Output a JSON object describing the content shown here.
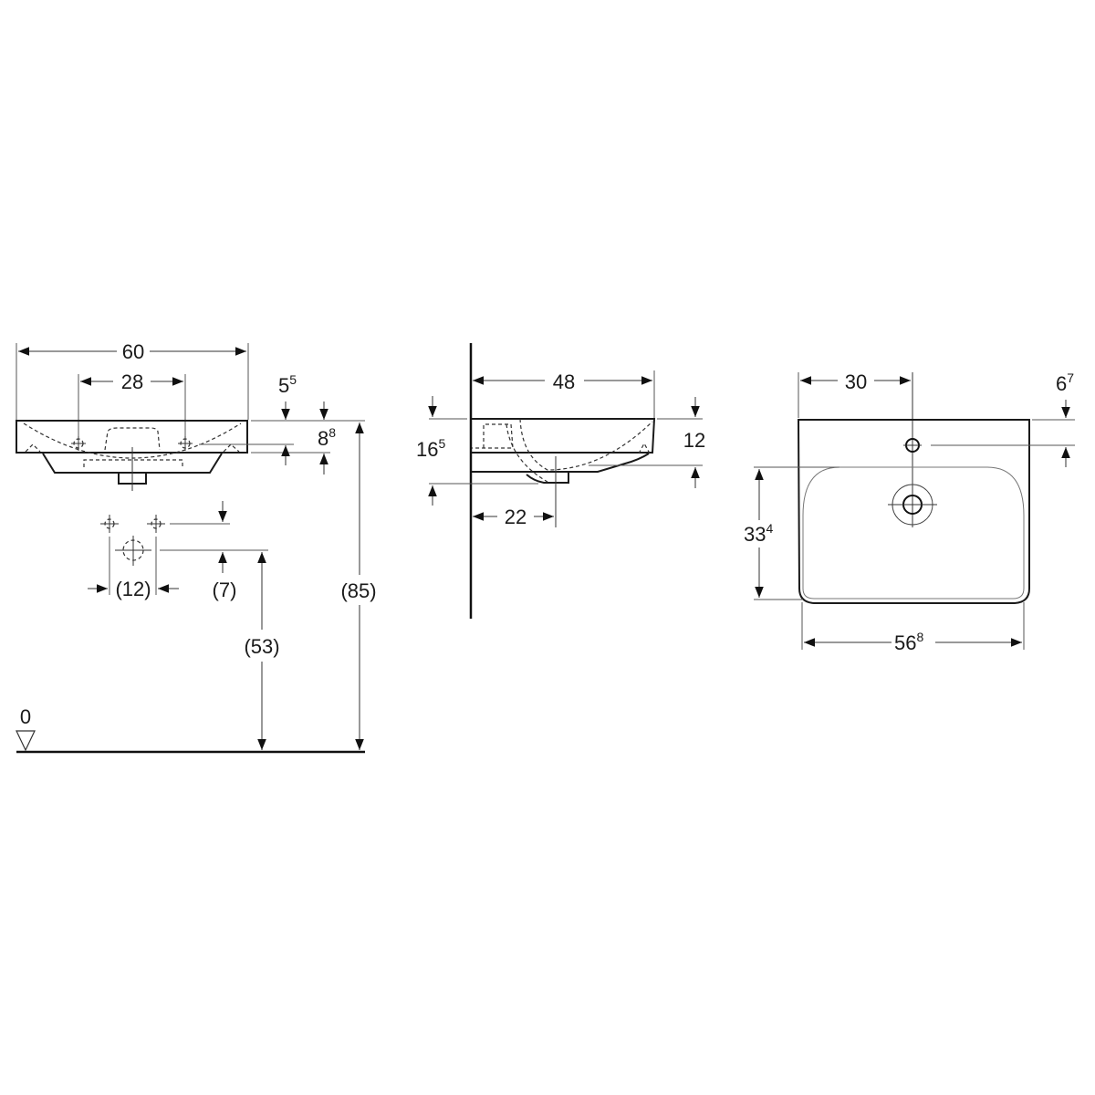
{
  "views": {
    "front": {
      "label": "front-view",
      "dims": {
        "width_total": "60",
        "tap_hole_spacing": "28",
        "rim_to_tap_base": "5",
        "rim_to_tap_sup": "5",
        "rim_height_base": "8",
        "rim_height_sup": "8",
        "supply_spacing": "(12)",
        "supply_offset": "(7)",
        "supply_height": "(53)",
        "rim_height_floor": "(85)",
        "floor_level": "0"
      }
    },
    "side": {
      "label": "side-view",
      "dims": {
        "depth_total": "48",
        "height_total_base": "16",
        "height_total_sup": "5",
        "rim_thickness": "12",
        "drain_offset": "22"
      }
    },
    "top": {
      "label": "top-view",
      "dims": {
        "tap_hole_from_left": "30",
        "tap_hole_from_back_base": "6",
        "tap_hole_from_back_sup": "7",
        "bowl_depth_base": "33",
        "bowl_depth_sup": "4",
        "bowl_width_base": "56",
        "bowl_width_sup": "8"
      }
    }
  }
}
